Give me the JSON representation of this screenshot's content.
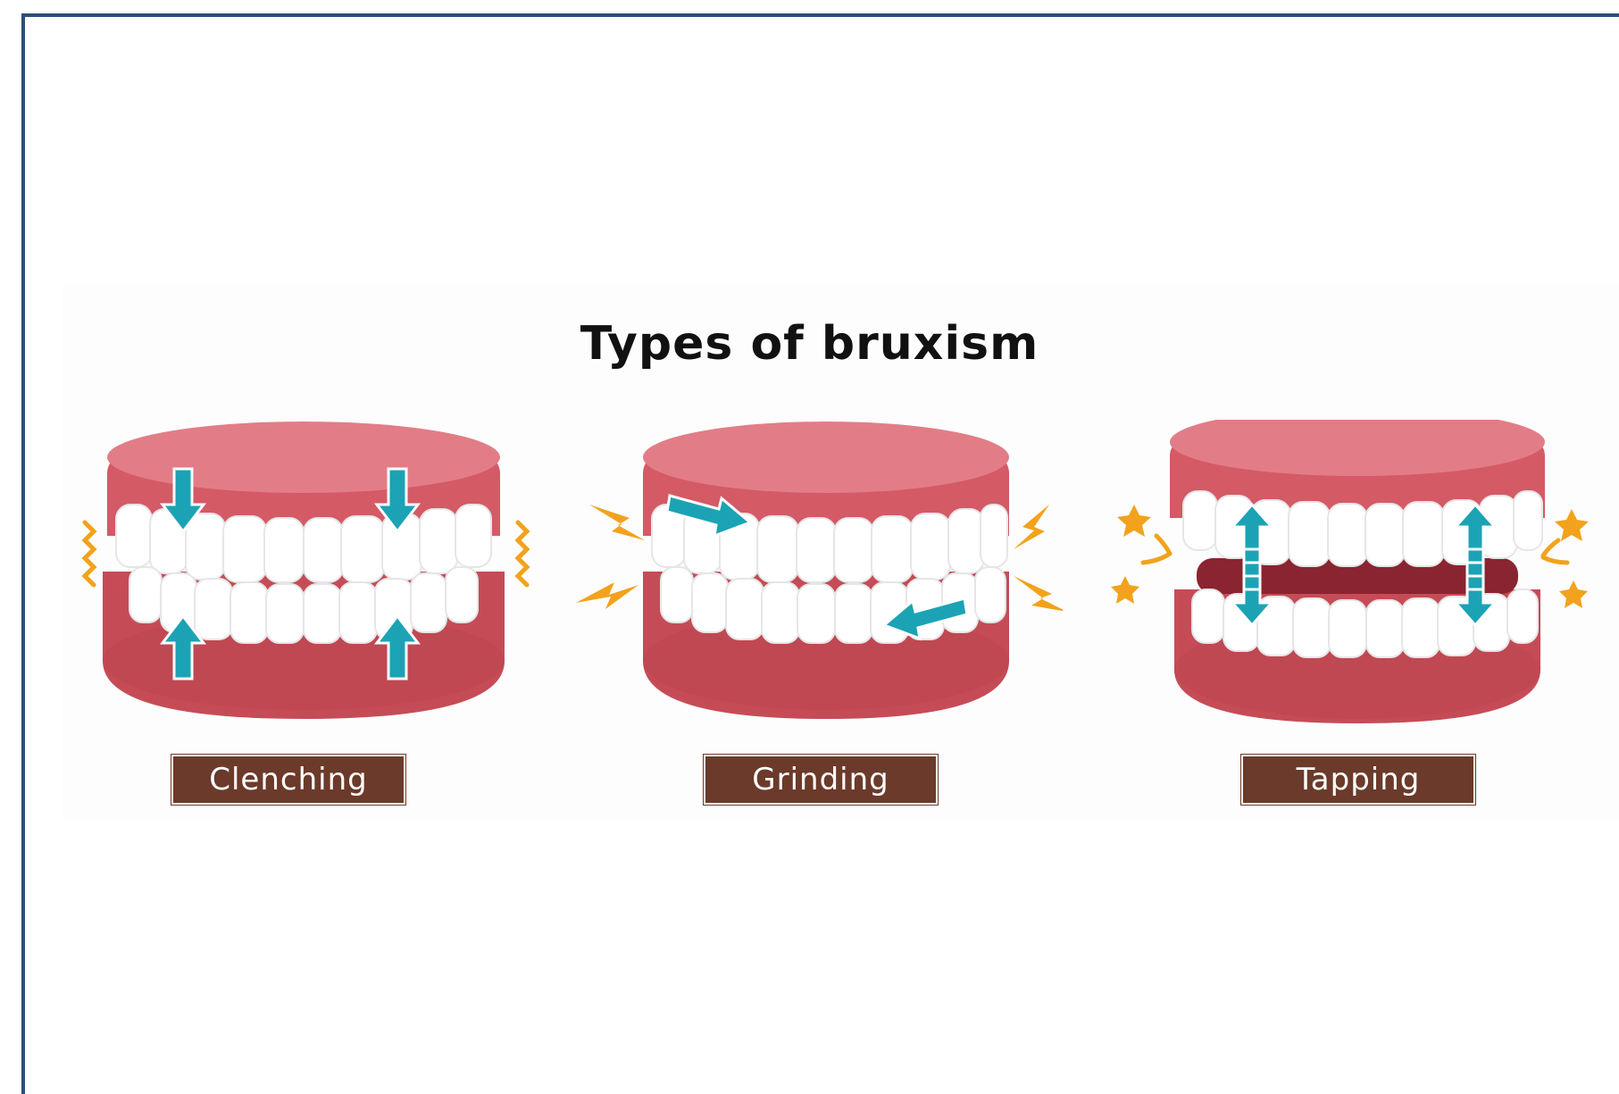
{
  "title": "Types of bruxism",
  "types": [
    {
      "label": "Clenching",
      "icon": "clenching-teeth-icon"
    },
    {
      "label": "Grinding",
      "icon": "grinding-teeth-icon"
    },
    {
      "label": "Tapping",
      "icon": "tapping-teeth-icon"
    }
  ],
  "colors": {
    "frame": "#2b4f7a",
    "gum": "#c8505a",
    "teeth": "#ffffff",
    "arrow": "#1ba3b5",
    "accent": "#f2a21c",
    "label_bg": "#6b3a2a",
    "label_text": "#ffffff"
  }
}
